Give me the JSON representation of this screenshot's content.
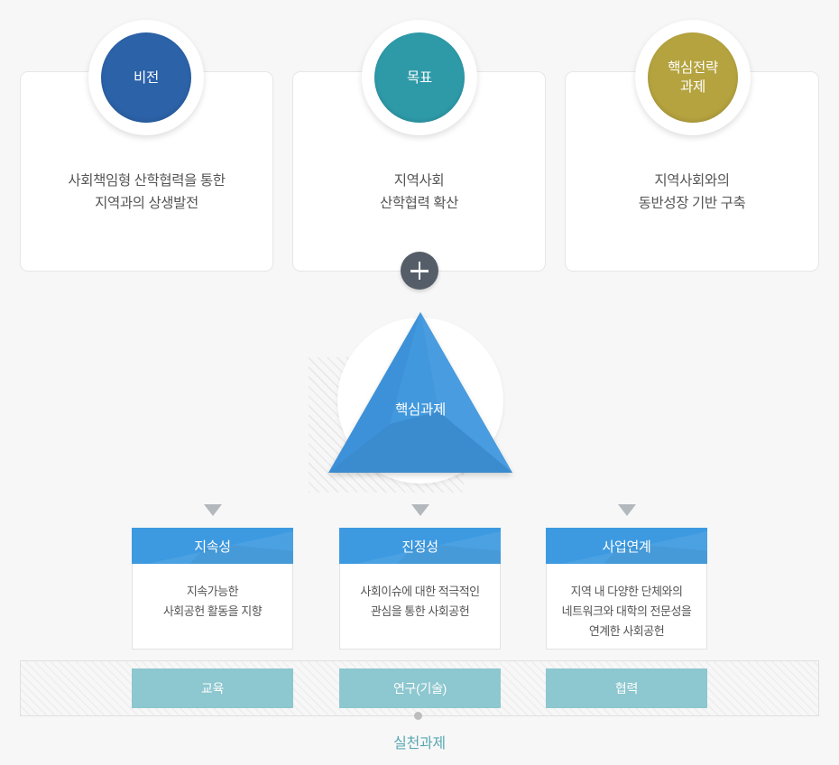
{
  "palette": {
    "background": "#f7f7f7",
    "vision_circle": "#2c62a8",
    "goal_circle": "#2e9aa8",
    "strategy_circle": "#b5a33f",
    "triangle_blue": "#3d91d8",
    "pillar_header_blue": "#3d9ae0",
    "task_teal": "#8dc7cf",
    "plus_gray": "#555e68",
    "arrow_gray": "#b3b8bd",
    "caption_teal": "#5aa8b4",
    "body_text": "#555555"
  },
  "top_cards": [
    {
      "badge_label": "비전",
      "badge_color": "#2c62a8",
      "body_text": "사회책임형 산학협력을 통한\n지역과의 상생발전"
    },
    {
      "badge_label": "목표",
      "badge_color": "#2e9aa8",
      "body_text": "지역사회\n산학협력 확산"
    },
    {
      "badge_label": "핵심전략\n과제",
      "badge_color": "#b5a33f",
      "body_text": "지역사회와의\n동반성장 기반 구축"
    }
  ],
  "plus_connector": {
    "icon": "plus-icon",
    "label": "+"
  },
  "center": {
    "triangle_label": "핵심과제"
  },
  "arrows": {
    "icon": "triangle-down-icon"
  },
  "pillars": [
    {
      "title": "지속성",
      "body": "지속가능한\n사회공헌 활동을 지향"
    },
    {
      "title": "진정성",
      "body": "사회이슈에 대한 적극적인\n관심을 통한 사회공헌"
    },
    {
      "title": "사업연계",
      "body": "지역 내 다양한 단체와의\n네트워크와 대학의 전문성을\n연계한 사회공헌"
    }
  ],
  "tasks": [
    {
      "label": "교육"
    },
    {
      "label": "연구(기술)"
    },
    {
      "label": "협력"
    }
  ],
  "bottom": {
    "caption": "실천과제"
  }
}
